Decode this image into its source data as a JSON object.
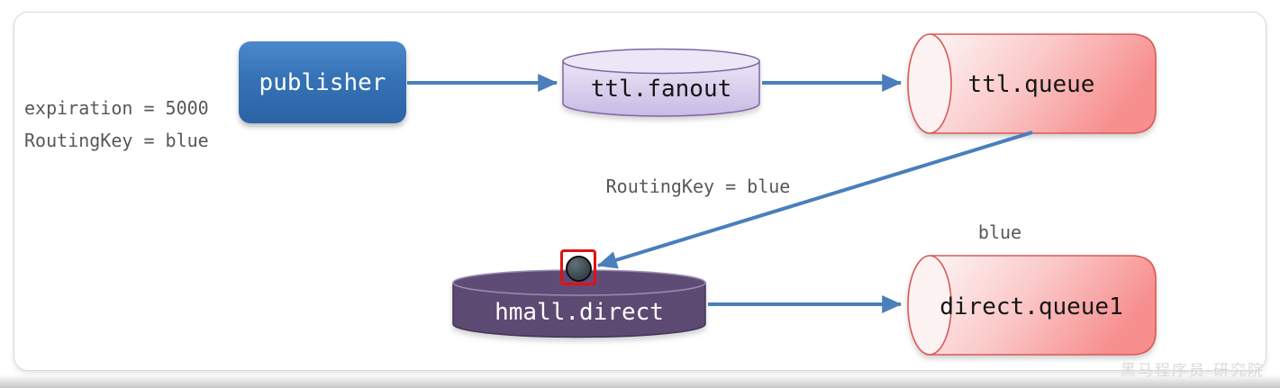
{
  "diagram": {
    "type": "rabbitmq-message-flow",
    "properties": {
      "expiration": "expiration = 5000",
      "routing_key": "RoutingKey = blue"
    },
    "publisher": {
      "label": "publisher"
    },
    "exchanges": [
      {
        "id": "ttl.fanout",
        "label": "ttl.fanout",
        "style": "light-purple-cylinder"
      },
      {
        "id": "hmall.direct",
        "label": "hmall.direct",
        "style": "dark-purple-cylinder"
      }
    ],
    "queues": [
      {
        "id": "ttl.queue",
        "label": "ttl.queue",
        "style": "pink-horizontal-cylinder"
      },
      {
        "id": "direct.queue1",
        "label": "direct.queue1",
        "style": "pink-horizontal-cylinder",
        "binding_key": "blue"
      }
    ],
    "edges": [
      {
        "from": "publisher",
        "to": "ttl.fanout",
        "label": ""
      },
      {
        "from": "ttl.fanout",
        "to": "ttl.queue",
        "label": ""
      },
      {
        "from": "ttl.queue",
        "to": "hmall.direct",
        "label": "RoutingKey = blue"
      },
      {
        "from": "hmall.direct",
        "to": "direct.queue1",
        "label": "blue"
      }
    ],
    "marker": {
      "description": "dead-letter message dot highlighted with red box on hmall.direct"
    }
  },
  "watermark": "黑马程序员-研究院",
  "colors": {
    "arrow": "#4a7ebc",
    "publisher_blue": "#3572b5",
    "exchange_light_purple": "#d9cdee",
    "exchange_dark_purple": "#5d4a73",
    "queue_pink": "#f89b9b",
    "highlight_red": "#e01212",
    "annotation_gray": "#585858"
  }
}
